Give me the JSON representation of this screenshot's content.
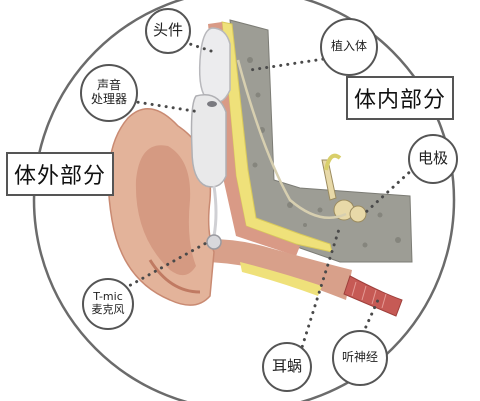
{
  "labels": {
    "headset": "头件",
    "processor": "声音\n处理器",
    "external_parts": "体外部分",
    "tmic": "T-mic\n麦克风",
    "cochlea": "耳蜗",
    "auditory_nerve": "听神经",
    "electrode": "电极",
    "internal_parts": "体内部分",
    "implant": "植入体"
  },
  "colors": {
    "ring": "#6b6b6b",
    "dots": "#4a4a4a",
    "skin": "#e3b39a",
    "skin_shadow": "#c98a72",
    "bone": "#9a9a90",
    "fat": "#efe17a",
    "muscle": "#c65a55",
    "device": "#e9e9ea"
  }
}
